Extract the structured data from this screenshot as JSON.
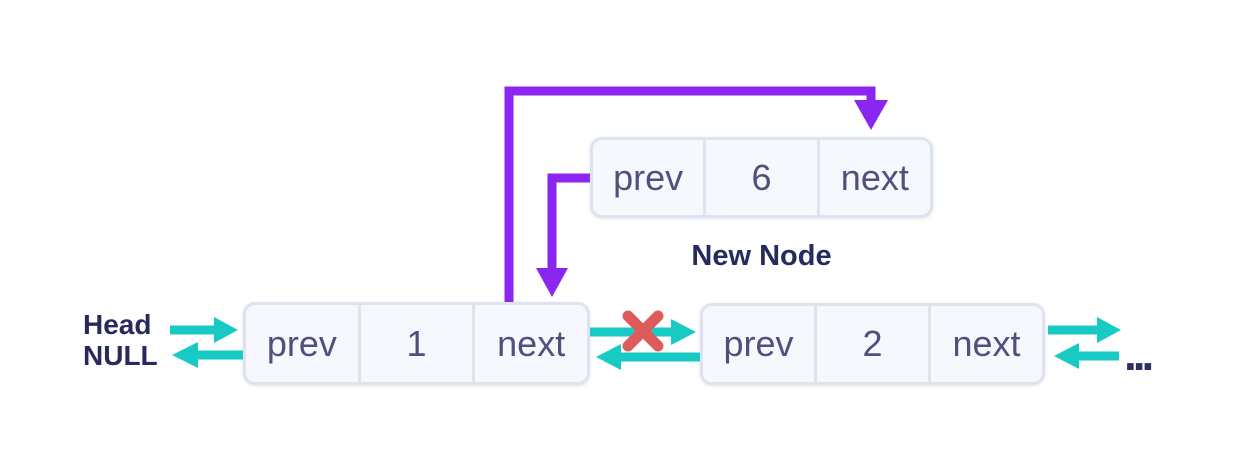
{
  "labels": {
    "head": "Head",
    "null": "NULL",
    "new_node": "New Node",
    "ellipsis": "..."
  },
  "nodes": {
    "new_node": {
      "prev_label": "prev",
      "value": "6",
      "next_label": "next"
    },
    "node1": {
      "prev_label": "prev",
      "value": "1",
      "next_label": "next"
    },
    "node2": {
      "prev_label": "prev",
      "value": "2",
      "next_label": "next"
    }
  },
  "colors": {
    "accent_purple": "#8a26ef",
    "accent_teal": "#17cbc4",
    "broken_link_red": "#dd5b5b",
    "node_fill": "#f6f8fd",
    "node_border": "#dde4f0",
    "node_text": "#4f507c",
    "label_text": "#272a5c",
    "background": "#ffffff"
  }
}
